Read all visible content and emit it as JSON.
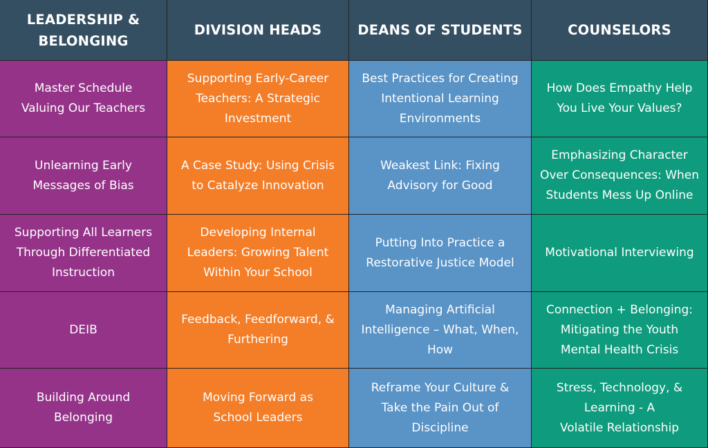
{
  "headers": [
    [
      "LEADERSHIP &",
      "BELONGING"
    ],
    [
      "DIVISION HEADS"
    ],
    [
      "DEANS OF STUDENTS"
    ],
    [
      "COUNSELORS"
    ]
  ],
  "rows": [
    [
      [
        "Master Schedule",
        "Valuing Our Teachers"
      ],
      [
        "Supporting Early-Career",
        "Teachers: A Strategic",
        "Investment"
      ],
      [
        "Best Practices for Creating",
        "Intentional Learning",
        "Environments"
      ],
      [
        "How Does Empathy Help",
        "You Live Your Values?"
      ]
    ],
    [
      [
        "Unlearning Early",
        "Messages of Bias"
      ],
      [
        "A Case Study: Using Crisis",
        "to Catalyze Innovation"
      ],
      [
        "Weakest Link: Fixing",
        "Advisory for Good"
      ],
      [
        "Emphasizing Character",
        "Over Consequences: When",
        "Students Mess Up Online"
      ]
    ],
    [
      [
        "Supporting All Learners",
        "Through Differentiated",
        "Instruction"
      ],
      [
        "Developing Internal",
        "Leaders: Growing Talent",
        "Within Your School"
      ],
      [
        "Putting Into Practice a",
        "Restorative Justice Model"
      ],
      [
        "Motivational Interviewing"
      ]
    ],
    [
      [
        "DEIB"
      ],
      [
        "Feedback, Feedforward, &",
        "Furthering"
      ],
      [
        "Managing Artificial",
        "Intelligence – What, When,",
        "How"
      ],
      [
        "Connection + Belonging:",
        "Mitigating the Youth",
        "Mental Health Crisis"
      ]
    ],
    [
      [
        "Building Around",
        "Belonging"
      ],
      [
        "Moving Forward as",
        "School Leaders"
      ],
      [
        "Reframe Your Culture &",
        "Take the Pain Out of",
        "Discipline"
      ],
      [
        "Stress, Technology, &",
        "Learning - A",
        "Volatile Relationship"
      ]
    ]
  ],
  "colors": {
    "header": "#344e62",
    "leadership": "#953389",
    "division_heads": "#f47d28",
    "deans": "#5a93c6",
    "counselors": "#0f9b7d"
  }
}
